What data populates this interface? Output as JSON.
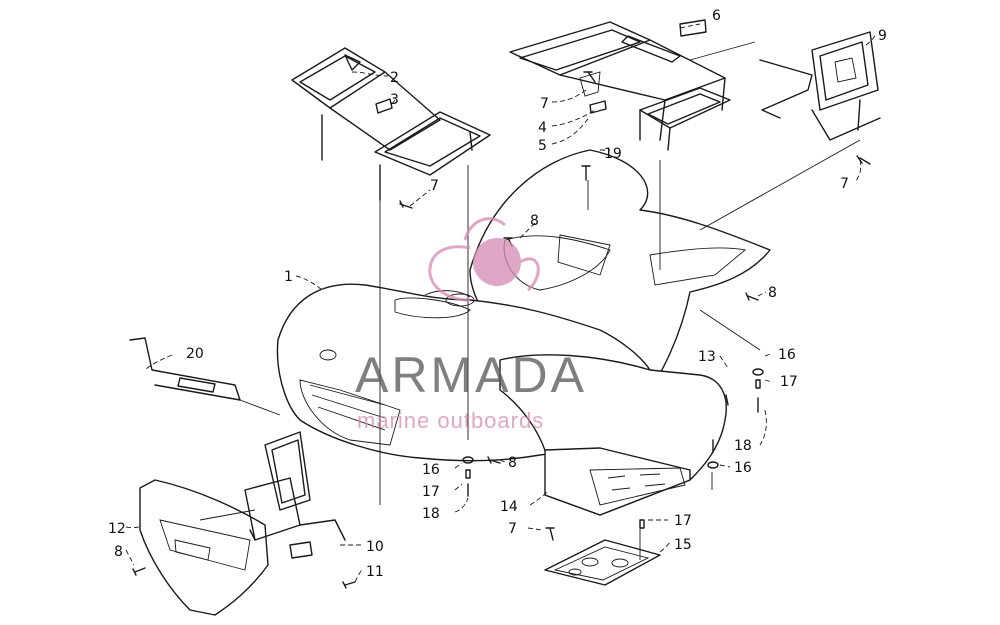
{
  "watermark": {
    "brand": "ARMADA",
    "tagline": "marine outboards",
    "brand_color": "#555555",
    "accent_color": "#d48ab4"
  },
  "callouts": [
    {
      "id": "c1",
      "label": "1"
    },
    {
      "id": "c2",
      "label": "2"
    },
    {
      "id": "c3",
      "label": "3"
    },
    {
      "id": "c4",
      "label": "4"
    },
    {
      "id": "c5",
      "label": "5"
    },
    {
      "id": "c6",
      "label": "6"
    },
    {
      "id": "c7a",
      "label": "7"
    },
    {
      "id": "c7b",
      "label": "7"
    },
    {
      "id": "c7c",
      "label": "7"
    },
    {
      "id": "c7d",
      "label": "7"
    },
    {
      "id": "c8a",
      "label": "8"
    },
    {
      "id": "c8b",
      "label": "8"
    },
    {
      "id": "c8c",
      "label": "8"
    },
    {
      "id": "c8d",
      "label": "8"
    },
    {
      "id": "c9",
      "label": "9"
    },
    {
      "id": "c10",
      "label": "10"
    },
    {
      "id": "c11",
      "label": "11"
    },
    {
      "id": "c12",
      "label": "12"
    },
    {
      "id": "c13",
      "label": "13"
    },
    {
      "id": "c14",
      "label": "14"
    },
    {
      "id": "c15",
      "label": "15"
    },
    {
      "id": "c16a",
      "label": "16"
    },
    {
      "id": "c16b",
      "label": "16"
    },
    {
      "id": "c16c",
      "label": "16"
    },
    {
      "id": "c17a",
      "label": "17"
    },
    {
      "id": "c17b",
      "label": "17"
    },
    {
      "id": "c17c",
      "label": "17"
    },
    {
      "id": "c18a",
      "label": "18"
    },
    {
      "id": "c18b",
      "label": "18"
    },
    {
      "id": "c19",
      "label": "19"
    },
    {
      "id": "c20",
      "label": "20"
    }
  ]
}
